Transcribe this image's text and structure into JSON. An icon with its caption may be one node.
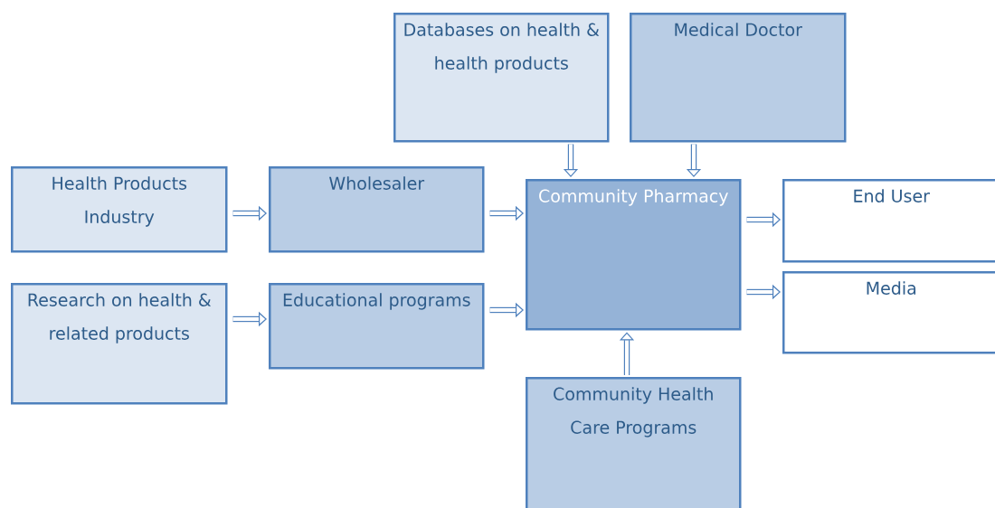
{
  "diagram": {
    "nodes": [
      {
        "text": [
          "Databases on health & health products"
        ]
      },
      {
        "text": [
          "Medical Doctor"
        ]
      },
      {
        "text": [
          "Health Products Industry"
        ]
      },
      {
        "text": [
          "Wholesaler"
        ]
      },
      {
        "text": [
          "Community Pharmacy"
        ]
      },
      {
        "text": [
          "End User"
        ]
      },
      {
        "text": [
          "Research on health & related products"
        ]
      },
      {
        "text": [
          "Educational programs"
        ]
      },
      {
        "text": [
          "Media"
        ]
      },
      {
        "text": [
          "Community Health Care Programs"
        ]
      }
    ],
    "edges": [
      {
        "from": 0,
        "to": 4,
        "arrow": "to"
      },
      {
        "from": 1,
        "to": 4,
        "arrow": "to"
      },
      {
        "from": 2,
        "to": 3,
        "arrow": "to"
      },
      {
        "from": 3,
        "to": 4,
        "arrow": "to"
      },
      {
        "from": 6,
        "to": 7,
        "arrow": "to"
      },
      {
        "from": 7,
        "to": 4,
        "arrow": "to"
      },
      {
        "from": 4,
        "to": 5,
        "arrow": "to"
      },
      {
        "from": 4,
        "to": 8,
        "arrow": "to"
      },
      {
        "from": 9,
        "to": 4,
        "arrow": "to"
      }
    ]
  }
}
